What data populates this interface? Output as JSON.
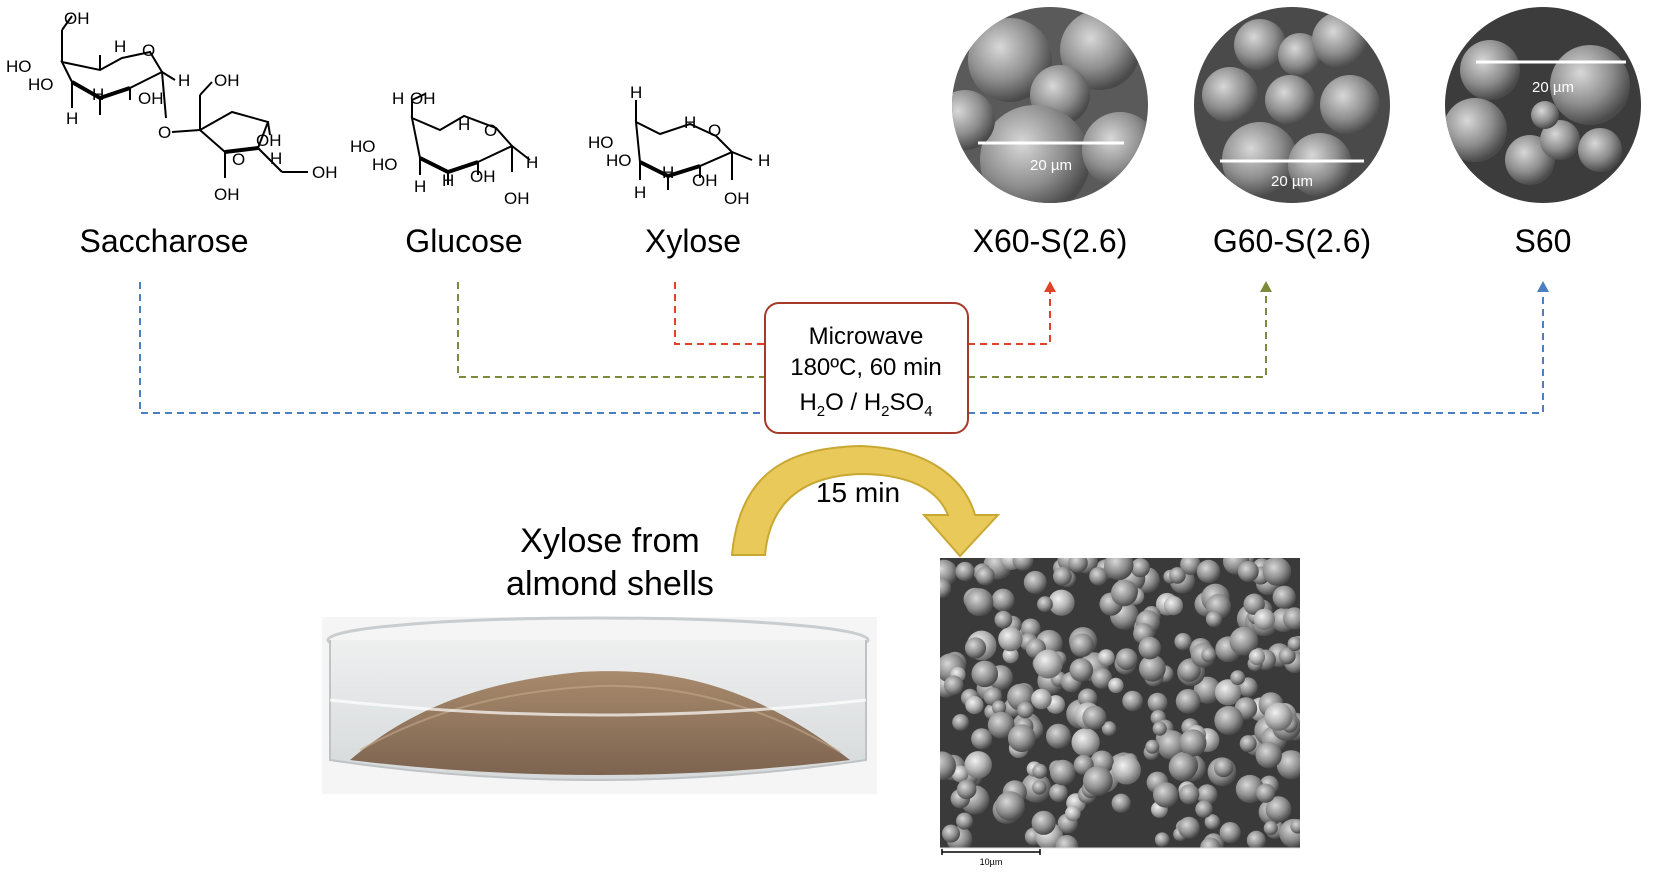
{
  "molecules": {
    "saccharose": "Saccharose",
    "glucose": "Glucose",
    "xylose": "Xylose"
  },
  "products": {
    "x60": "X60-S(2.6)",
    "g60": "G60-S(2.6)",
    "s60": "S60"
  },
  "scale_bars": {
    "x60": "20 µm",
    "g60": "20 µm",
    "s60": "20 µm"
  },
  "reaction": {
    "line1": "Microwave",
    "line2": "180ºC, 60 min",
    "line3_h": "H",
    "line3_2a": "2",
    "line3_o": "O / H",
    "line3_2b": "2",
    "line3_so": "SO",
    "line3_4": "4"
  },
  "fast_route": {
    "time": "15 min",
    "source_line1": "Xylose from",
    "source_line2": "almond shells",
    "sem_scale": "10µm"
  },
  "atoms": {
    "oh": "OH",
    "ho": "HO",
    "h": "H",
    "o": "O"
  },
  "colors": {
    "saccharose_line": "#4a7fc1",
    "glucose_line": "#7a8c3c",
    "xylose_line": "#e0432a",
    "box_border": "#a63a2a",
    "arrow_fill": "#e8c95a",
    "arrow_stroke": "#c9a832"
  }
}
